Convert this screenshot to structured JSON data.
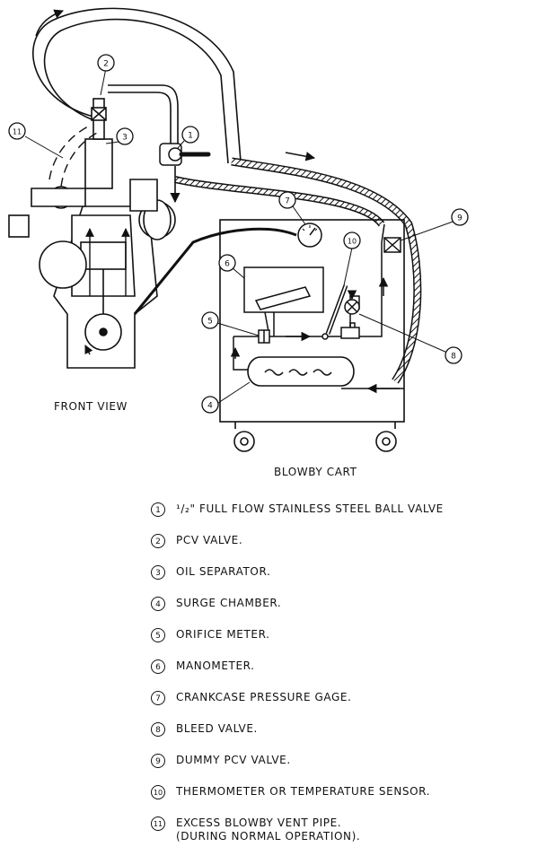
{
  "captions": {
    "front_view": "FRONT VIEW",
    "blowby_cart": "BLOWBY CART"
  },
  "callouts": [
    "1",
    "2",
    "3",
    "4",
    "5",
    "6",
    "7",
    "8",
    "9",
    "10",
    "11"
  ],
  "legend": [
    {
      "num": "1",
      "text": "¹/₂\" FULL FLOW STAINLESS STEEL BALL VALVE"
    },
    {
      "num": "2",
      "text": "PCV VALVE."
    },
    {
      "num": "3",
      "text": "OIL SEPARATOR."
    },
    {
      "num": "4",
      "text": "SURGE CHAMBER."
    },
    {
      "num": "5",
      "text": "ORIFICE METER."
    },
    {
      "num": "6",
      "text": "MANOMETER."
    },
    {
      "num": "7",
      "text": "CRANKCASE PRESSURE GAGE."
    },
    {
      "num": "8",
      "text": "BLEED VALVE."
    },
    {
      "num": "9",
      "text": "DUMMY PCV VALVE."
    },
    {
      "num": "10",
      "text": "THERMOMETER OR TEMPERATURE SENSOR."
    },
    {
      "num": "11",
      "text": "EXCESS BLOWBY VENT PIPE.\n(DURING NORMAL OPERATION)."
    }
  ]
}
